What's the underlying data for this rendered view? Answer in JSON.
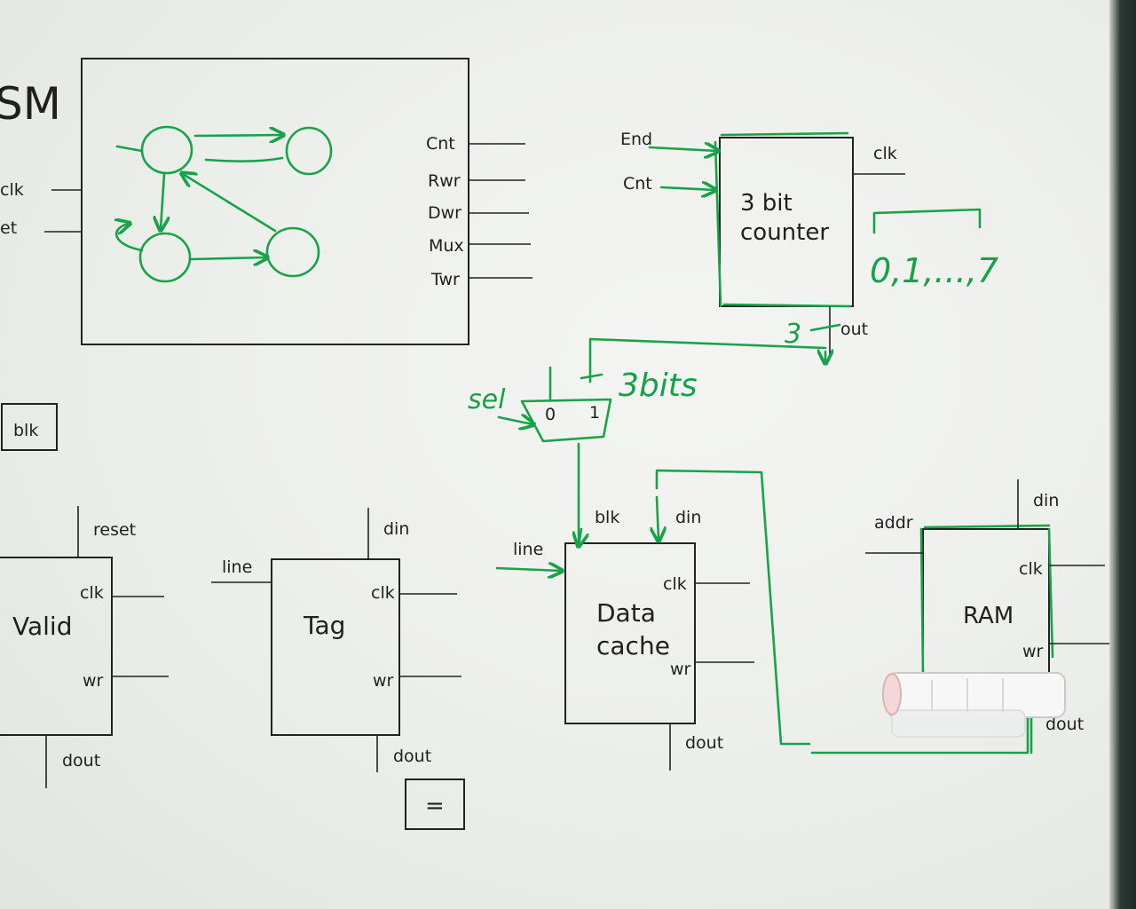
{
  "fsm": {
    "title_fragment": "SM",
    "inputs": [
      "clk",
      "et"
    ],
    "outputs": [
      "Cnt",
      "Rwr",
      "Dwr",
      "Mux",
      "Twr"
    ]
  },
  "counter": {
    "title_line1": "3 bit",
    "title_line2": "counter",
    "inputs": [
      "End",
      "Cnt"
    ],
    "clk": "clk",
    "out": "out",
    "bus_width": "3",
    "note": "0,1,...,7"
  },
  "mux": {
    "sel": "sel",
    "in0": "0",
    "in1": "1",
    "width_note": "3bits"
  },
  "blk_box": "blk",
  "valid": {
    "title": "Valid",
    "reset": "reset",
    "clk": "clk",
    "wr": "wr",
    "dout": "dout"
  },
  "tag": {
    "title": "Tag",
    "line": "line",
    "din": "din",
    "clk": "clk",
    "wr": "wr",
    "dout": "dout"
  },
  "compare": {
    "symbol": "="
  },
  "data_cache": {
    "title_line1": "Data",
    "title_line2": "cache",
    "line": "line",
    "blk": "blk",
    "din": "din",
    "clk": "clk",
    "wr": "wr",
    "dout": "dout"
  },
  "ram": {
    "title": "RAM",
    "addr": "addr",
    "din": "din",
    "clk": "clk",
    "wr": "wr",
    "dout": "dout"
  },
  "colors": {
    "ink": "#1f1f1f",
    "marker": "#18a34b",
    "paper": "#eef0ec"
  }
}
